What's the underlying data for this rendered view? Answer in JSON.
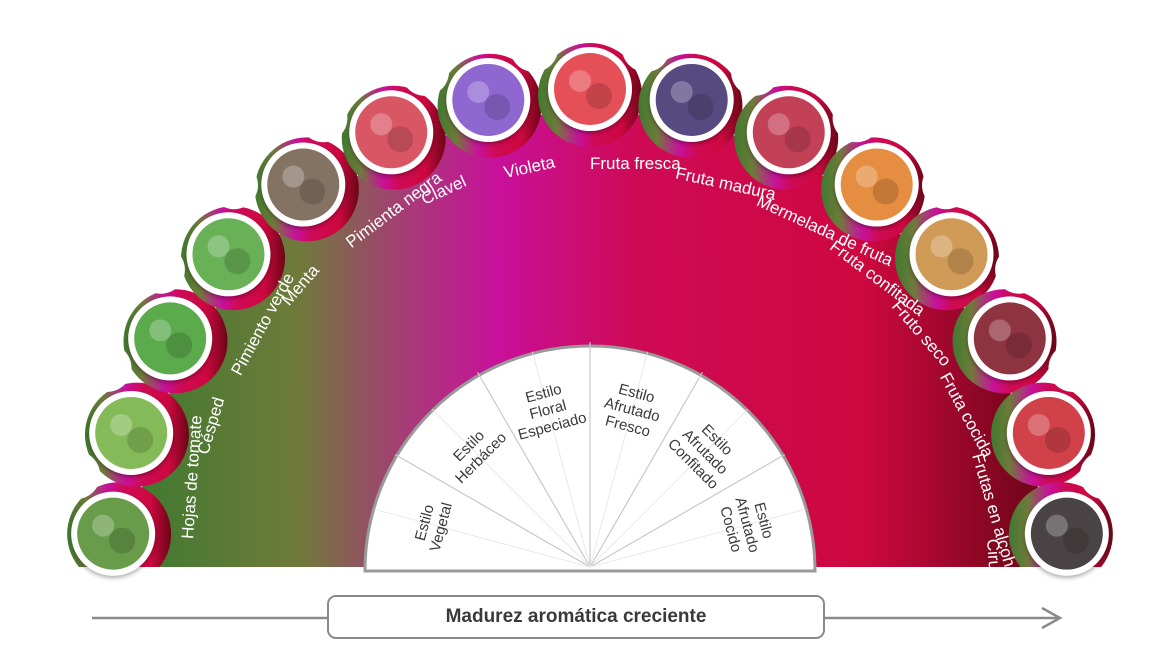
{
  "diagram": {
    "aromas": [
      {
        "label": "Hojas de tomate",
        "icon": "tomato-leaves-icon"
      },
      {
        "label": "Césped",
        "icon": "grass-icon"
      },
      {
        "label": "Pimiento verde",
        "icon": "green-pepper-icon"
      },
      {
        "label": "Menta",
        "icon": "mint-icon"
      },
      {
        "label": "Pimienta negra",
        "icon": "black-pepper-icon"
      },
      {
        "label": "Clavel",
        "icon": "carnation-icon"
      },
      {
        "label": "Violeta",
        "icon": "violet-icon"
      },
      {
        "label": "Fruta fresca",
        "icon": "strawberry-icon"
      },
      {
        "label": "Fruta madura",
        "icon": "blackberry-icon"
      },
      {
        "label": "Mermelada de fruta",
        "icon": "jam-icon"
      },
      {
        "label": "Fruta confitada",
        "icon": "candied-fruit-icon"
      },
      {
        "label": "Fruto seco",
        "icon": "dried-fruit-icon"
      },
      {
        "label": "Fruta cocida",
        "icon": "cooked-fruit-icon"
      },
      {
        "label": "Frutas en alcohol",
        "icon": "fruit-jar-icon"
      },
      {
        "label": "Ciruelas oxidadas",
        "icon": "prunes-icon"
      }
    ],
    "styles": [
      {
        "lines": [
          "Estilo",
          "Vegetal"
        ]
      },
      {
        "lines": [
          "Estilo",
          "Herbáceo"
        ]
      },
      {
        "lines": [
          "Estilo",
          "Floral",
          "Especiado"
        ]
      },
      {
        "lines": [
          "Estilo",
          "Afrutado",
          "Fresco"
        ]
      },
      {
        "lines": [
          "Estilo",
          "Afrutado",
          "Confitado"
        ]
      },
      {
        "lines": [
          "Estilo",
          "Afrutado",
          "Cocido"
        ]
      }
    ],
    "scale_label": "Madurez aromática creciente",
    "colors": {
      "green": "#3f7a30",
      "magenta": "#c8109a",
      "crimson": "#cd0840",
      "dark": "#6a0616",
      "arrow": "#8a8a8a"
    }
  }
}
